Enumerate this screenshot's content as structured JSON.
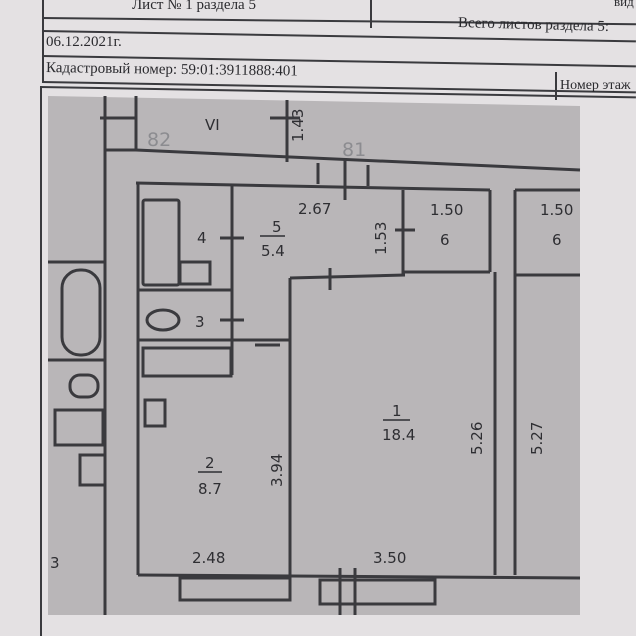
{
  "header": {
    "sheet_label": "Лист № 1 раздела 5",
    "top_right_fragment": "вид",
    "total_sheets_label": "Всего листов раздела 5:",
    "date": "06.12.2021г.",
    "cadastral_number": "Кадастровый номер: 59:01:3911888:401",
    "floor_number_label": "Номер этаж"
  },
  "plan": {
    "neighbor_labels": {
      "apt_82": "82",
      "stair_vi": "VI",
      "apt_81": "81",
      "left_fragment": "3"
    },
    "dimensions": {
      "top_corridor": "1.43",
      "hall_width": "2.67",
      "hall_depth": "1.53",
      "balcony_width": "1.50",
      "balcony_width_neighbor": "1.50",
      "room1_depth": "5.26",
      "neighbor_depth": "5.27",
      "room2_depth": "3.94",
      "room2_width": "2.48",
      "room1_width": "3.50"
    },
    "rooms": [
      {
        "number": "1",
        "area": "18.4"
      },
      {
        "number": "2",
        "area": "8.7"
      },
      {
        "number": "3"
      },
      {
        "number": "4"
      },
      {
        "number": "5",
        "area": "5.4"
      },
      {
        "number": "6"
      },
      {
        "number": "6"
      }
    ]
  }
}
